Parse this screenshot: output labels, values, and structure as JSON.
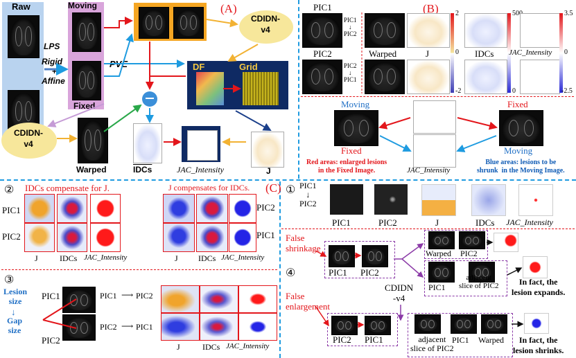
{
  "panelA": {
    "tag": "(A)",
    "raw": "Raw",
    "moving": "Moving",
    "fixed": "Fixed",
    "lps": "LPS",
    "rigid": "Rigid",
    "plus": "+",
    "affine": "Affine",
    "pve": "PVE",
    "cdidn_top": "CDIDN-\nv4",
    "cdidn_bottom": "CDIDN-\nv4",
    "df": "DF",
    "grid": "Grid",
    "warped": "Warped",
    "idcs": "IDCs",
    "jac": "JAC_Intensity",
    "j": "J"
  },
  "panelB": {
    "tag": "(B)",
    "pic1": "PIC1",
    "pic2": "PIC2",
    "arrow_top": "PIC1\n↓\nPIC2",
    "arrow_bottom": "PIC2\n↓\nPIC1",
    "warped": "Warped",
    "j": "J",
    "idcs": "IDCs",
    "jac": "JAC_Intensity",
    "cb1_top": "2",
    "cb1_mid": "0",
    "cb1_bot": "-2",
    "cb2_top": "500",
    "cb2_bot": "0",
    "cb3_top": "3.5",
    "cb3_mid": "0",
    "cb3_bot": "-2.5",
    "moving_left": "Moving",
    "fixed_left": "Fixed",
    "fixed_right": "Fixed",
    "moving_right": "Moving",
    "jac_mid": "JAC_Intensity",
    "red_note": "Red areas: enlarged lesions\nin the Fixed Image.",
    "blue_note": "Blue areas: lesions to be\nshrunk  in the Moving Image."
  },
  "panelC": {
    "tag": "(C)",
    "s2_num": "②",
    "s2_left_title": "IDCs compensate for J.",
    "s2_right_title": "J compensates for IDCs.",
    "pic1": "PIC1",
    "pic2": "PIC2",
    "j": "J",
    "idcs": "IDCs",
    "jac": "JAC_Intensity",
    "s1_num": "①",
    "s1_arrow": "PIC1\n↓\nPIC2",
    "s1_cols": [
      "PIC1",
      "PIC2",
      "J",
      "IDCs",
      "JAC_Intensity"
    ],
    "s3_num": "③",
    "lesion": "Lesion\nsize",
    "gap": "Gap\nsize",
    "s3_pic1": "PIC1",
    "s3_pic2": "PIC2",
    "s3_dir1": "PIC1",
    "s3_dir1b": "PIC2",
    "s3_dir2": "PIC2",
    "s3_dir2b": "PIC1",
    "s4_num": "④",
    "false_shrink": "False\nshrinkage",
    "false_enlarge": "False\nenlargement",
    "cdidn": "CDIDN\n-v4",
    "s4_warped": "Warped",
    "s4_pic2a": "PIC2",
    "s4_pic1a": "PIC1",
    "s4_pic2b": "PIC2",
    "s4_pic1": "PIC1",
    "s4_adj1": "adjacent\nslice of PIC2",
    "s4_pic2c": "PIC2",
    "s4_pic1c": "PIC1",
    "s4_adj2": "adjacent\nslice of PIC2",
    "s4_pic1d": "PIC1",
    "s4_warped2": "Warped",
    "fact1": "In fact, the\nlesion expands.",
    "fact2": "In fact, the\nlesion shrinks."
  },
  "colors": {
    "red": "#e3161b",
    "blue": "#1e9be0",
    "purple": "#8b3aa7",
    "orange": "#f2b233"
  }
}
